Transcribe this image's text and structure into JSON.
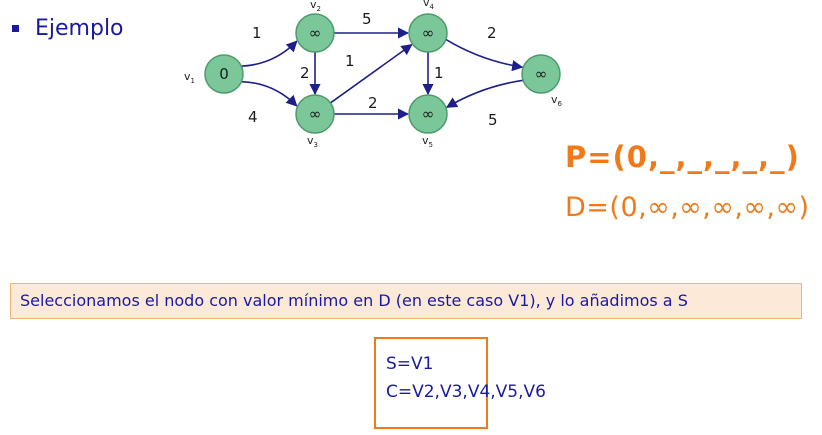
{
  "bullet": {
    "text": "Ejemplo"
  },
  "graph": {
    "nodes": [
      {
        "id": "v1",
        "label": "v",
        "sub": "1",
        "value": "0"
      },
      {
        "id": "v2",
        "label": "v",
        "sub": "2",
        "value": "∞"
      },
      {
        "id": "v3",
        "label": "v",
        "sub": "3",
        "value": "∞"
      },
      {
        "id": "v4",
        "label": "v",
        "sub": "4",
        "value": "∞"
      },
      {
        "id": "v5",
        "label": "v",
        "sub": "5",
        "value": "∞"
      },
      {
        "id": "v6",
        "label": "v",
        "sub": "6",
        "value": "∞"
      }
    ],
    "edges": [
      {
        "from": "v1",
        "to": "v2",
        "weight": "1"
      },
      {
        "from": "v1",
        "to": "v3",
        "weight": "4"
      },
      {
        "from": "v2",
        "to": "v4",
        "weight": "5"
      },
      {
        "from": "v2",
        "to": "v3",
        "weight": "2"
      },
      {
        "from": "v3",
        "to": "v4",
        "weight": "1"
      },
      {
        "from": "v3",
        "to": "v5",
        "weight": "2"
      },
      {
        "from": "v4",
        "to": "v5",
        "weight": "1"
      },
      {
        "from": "v4",
        "to": "v6",
        "weight": "2"
      },
      {
        "from": "v6",
        "to": "v5",
        "weight": "5"
      }
    ]
  },
  "p_vector": "P=(0,_,_,_,_,_)",
  "d_vector": "D=(0,∞,∞,∞,∞,∞)",
  "banner": {
    "text": "Seleccionamos el nodo con valor mínimo en D (en este caso V1), y lo añadimos a S"
  },
  "sets": {
    "s": "S=V1",
    "c": "C=V2,V3,V4,V5,V6"
  },
  "colors": {
    "node_fill": "#7cc79a",
    "accent_orange": "#f07a1a",
    "text_blue": "#1a1aa0",
    "banner_bg": "#fde9d7"
  }
}
